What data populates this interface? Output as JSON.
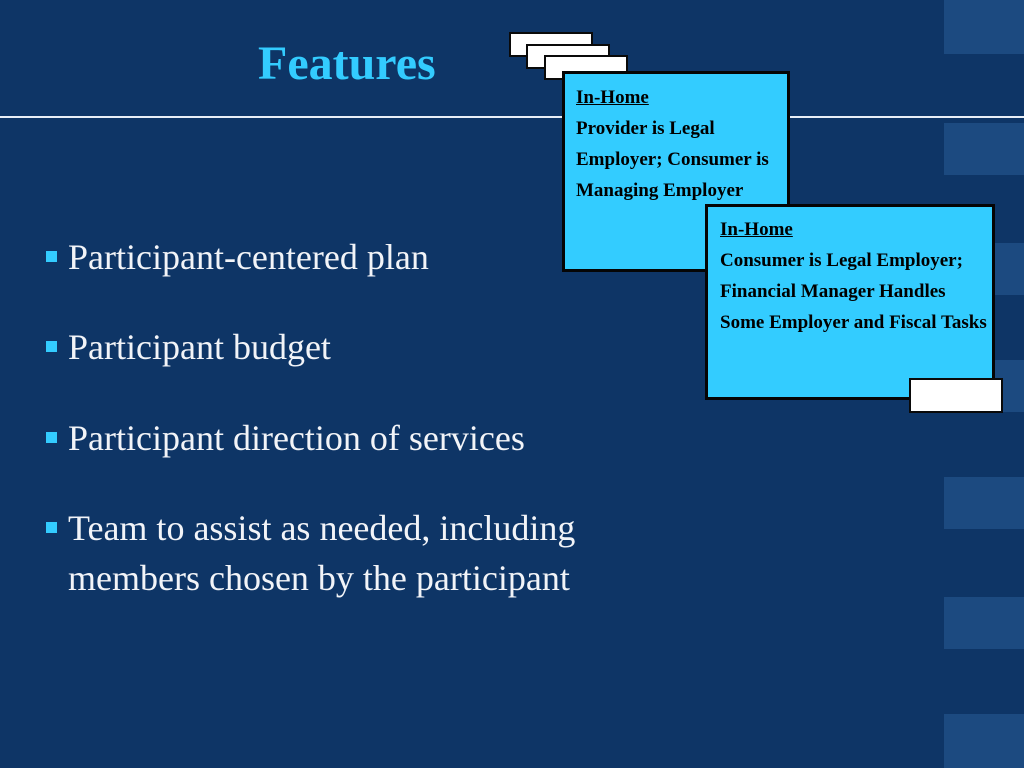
{
  "slide": {
    "title": "Features",
    "bullets": [
      "Participant-centered plan",
      "Participant budget",
      "Participant direction of services",
      "Team to assist as needed, including members chosen by the participant"
    ],
    "callouts": [
      {
        "heading": "In-Home",
        "body": "Provider is Legal Employer; Consumer is Managing Employer"
      },
      {
        "heading": "In-Home",
        "body": "Consumer is Legal Employer; Financial Manager Handles Some Employer and Fiscal Tasks"
      }
    ]
  },
  "colors": {
    "background": "#0e3566",
    "title": "#33ccff",
    "bullet_text": "#f2f4f8",
    "callout_fill": "#33ccff",
    "stripe": "#1c4a80"
  }
}
